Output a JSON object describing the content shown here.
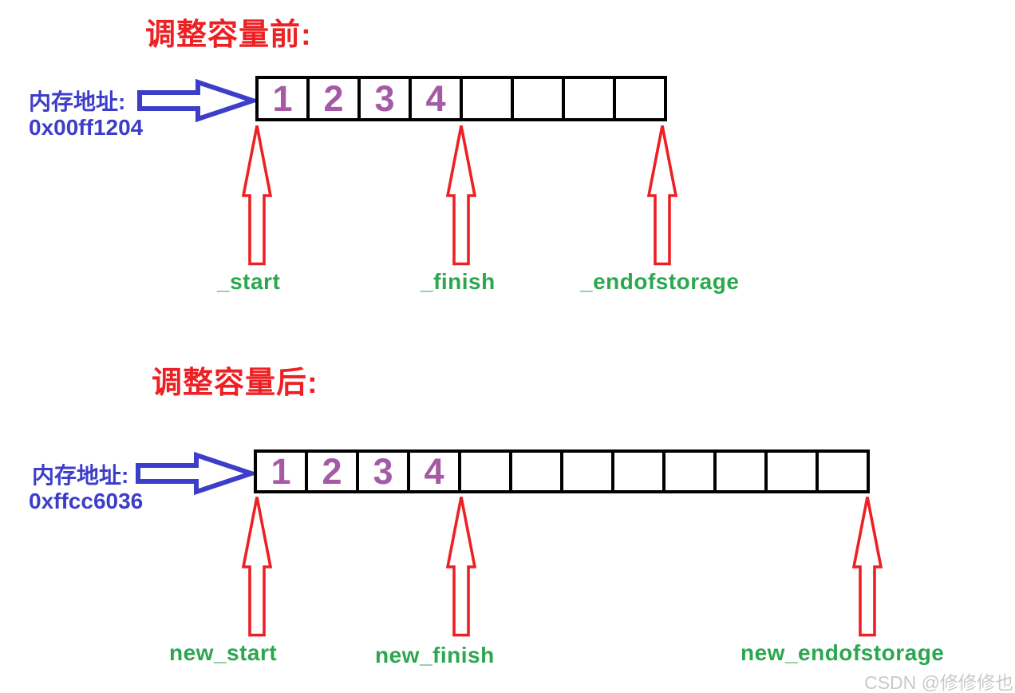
{
  "colors": {
    "title_red": "#ed2024",
    "arrow_red": "#ed2024",
    "address_blue": "#3c3ec9",
    "value_purple": "#a55aa5",
    "pointer_green": "#2ba750",
    "watermark_gray": "#c9c9c9",
    "array_border": "#000000"
  },
  "icons": {
    "memory_pointer": "right-block-arrow-icon",
    "pointer_marker": "up-block-arrow-icon"
  },
  "before": {
    "title": "调整容量前:",
    "memory_label": "内存地址:",
    "memory_address": "0x00ff1204",
    "cell_count": 8,
    "cells": [
      "1",
      "2",
      "3",
      "4",
      "",
      "",
      "",
      ""
    ],
    "pointers": [
      {
        "label": "_start"
      },
      {
        "label": "_finish"
      },
      {
        "label": "_endofstorage"
      }
    ]
  },
  "after": {
    "title": "调整容量后:",
    "memory_label": "内存地址:",
    "memory_address": "0xffcc6036",
    "cell_count": 12,
    "cells": [
      "1",
      "2",
      "3",
      "4",
      "",
      "",
      "",
      "",
      "",
      "",
      "",
      ""
    ],
    "pointers": [
      {
        "label": "new_start"
      },
      {
        "label": "new_finish"
      },
      {
        "label": "new_endofstorage"
      }
    ]
  },
  "watermark": "CSDN @修修修也"
}
